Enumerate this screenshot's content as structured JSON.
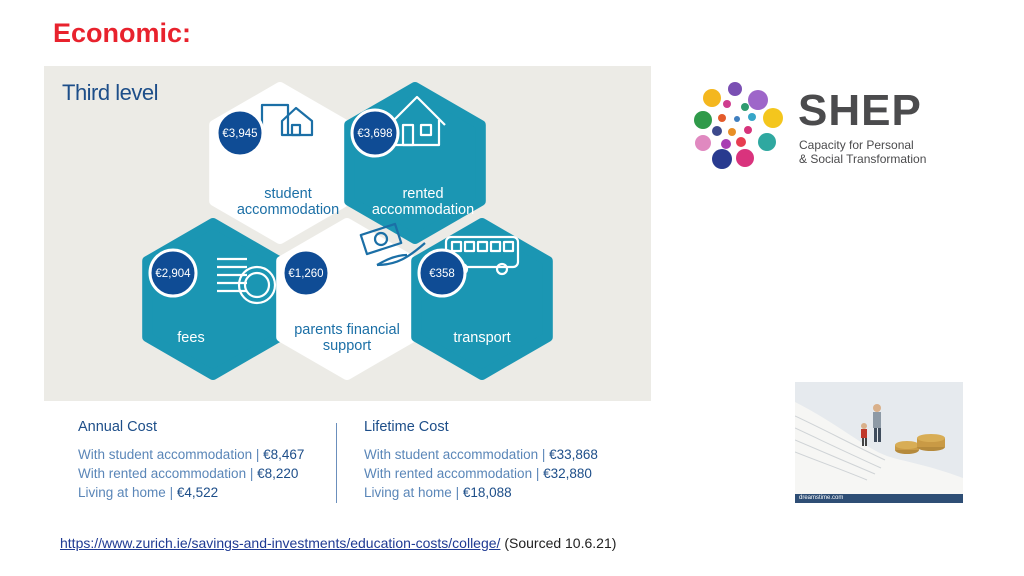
{
  "slide": {
    "title": "Economic:"
  },
  "infographic": {
    "heading": "Third level",
    "items": [
      {
        "amount": "€3,945",
        "label_lines": [
          "student",
          "accommodation"
        ]
      },
      {
        "amount": "€3,698",
        "label_lines": [
          "rented",
          "accommodation"
        ]
      },
      {
        "amount": "€2,904",
        "label_lines": [
          "fees"
        ]
      },
      {
        "amount": "€1,260",
        "label_lines": [
          "parents financial",
          "support"
        ]
      },
      {
        "amount": "€358",
        "label_lines": [
          "transport"
        ]
      }
    ],
    "colors": {
      "teal": "#1b96b3",
      "navy": "#0f4c95",
      "panel": "#ecebe6"
    }
  },
  "costs": {
    "annual": {
      "heading": "Annual Cost",
      "rows": [
        {
          "label": "With student accommodation",
          "value": "€8,467"
        },
        {
          "label": "With rented accommodation",
          "value": "€8,220"
        },
        {
          "label": "Living at home",
          "value": "€4,522"
        }
      ]
    },
    "lifetime": {
      "heading": "Lifetime Cost",
      "rows": [
        {
          "label": "With student accommodation",
          "value": "€33,868"
        },
        {
          "label": "With rented accommodation",
          "value": "€32,880"
        },
        {
          "label": "Living at home",
          "value": "€18,088"
        }
      ]
    }
  },
  "logo": {
    "name": "SHEP",
    "subtitle_line1": "Capacity for Personal",
    "subtitle_line2": "& Social Transformation"
  },
  "photo": {
    "watermark": "dreamstime.com"
  },
  "source": {
    "url": "https://www.zurich.ie/savings-and-investments/education-costs/college/",
    "note": "(Sourced 10.6.21)"
  }
}
